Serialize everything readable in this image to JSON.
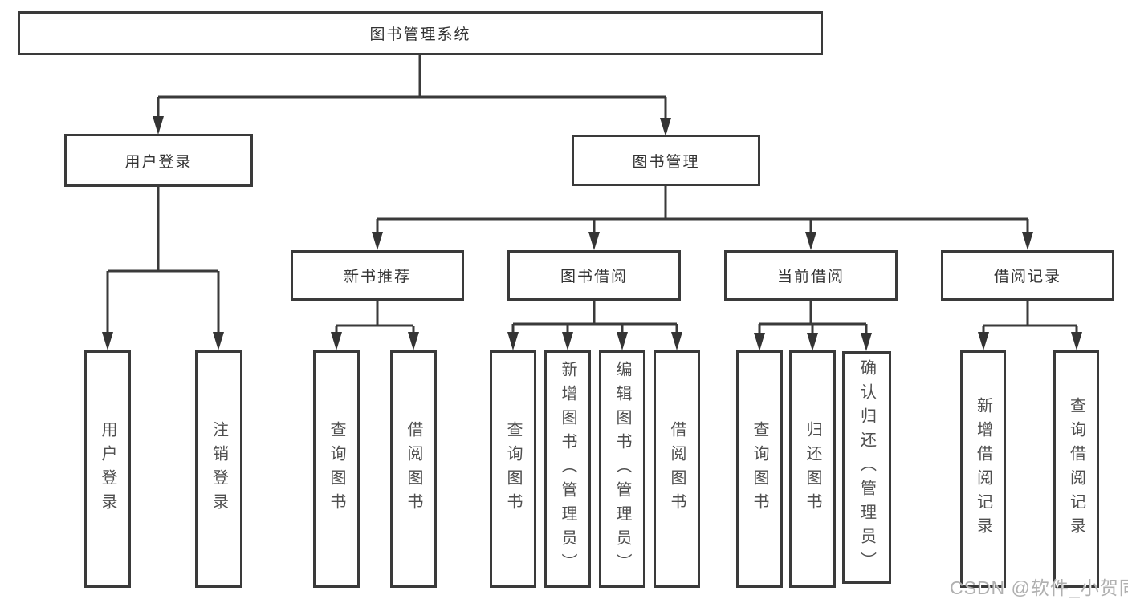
{
  "diagram_title": "图书管理系统",
  "root": {
    "label": "图书管理系统"
  },
  "branches": [
    {
      "label": "用户登录"
    },
    {
      "label": "图书管理"
    }
  ],
  "modules": [
    {
      "label": "新书推荐"
    },
    {
      "label": "图书借阅"
    },
    {
      "label": "当前借阅"
    },
    {
      "label": "借阅记录"
    }
  ],
  "leaves": [
    {
      "label": "用户登录",
      "parent": "用户登录"
    },
    {
      "label": "注销登录",
      "parent": "用户登录"
    },
    {
      "label": "查询图书",
      "parent": "新书推荐"
    },
    {
      "label": "借阅图书",
      "parent": "新书推荐"
    },
    {
      "label": "查询图书",
      "parent": "图书借阅"
    },
    {
      "label": "新增图书（管理员）",
      "parent": "图书借阅"
    },
    {
      "label": "编辑图书（管理员）",
      "parent": "图书借阅"
    },
    {
      "label": "借阅图书",
      "parent": "图书借阅"
    },
    {
      "label": "查询图书",
      "parent": "当前借阅"
    },
    {
      "label": "归还图书",
      "parent": "当前借阅"
    },
    {
      "label": "确认归还（管理员）",
      "parent": "当前借阅"
    },
    {
      "label": "新增借阅记录",
      "parent": "借阅记录"
    },
    {
      "label": "查询借阅记录",
      "parent": "借阅记录"
    }
  ],
  "watermark": {
    "text": "CSDN @软件_小贺同学"
  },
  "colors": {
    "line": "#3a3a3a",
    "box_border": "#3a3a3a",
    "box_text": "#333333",
    "leaf_text": "#4f4f4f",
    "watermark": "#b0b0b0",
    "background": "#ffffff"
  }
}
